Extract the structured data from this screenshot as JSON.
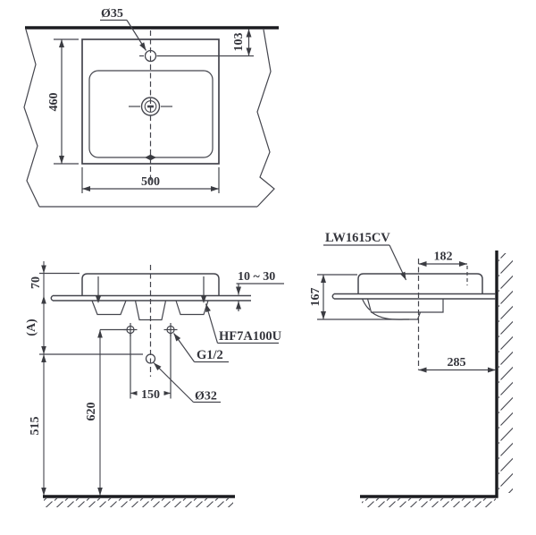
{
  "drawing": {
    "plan_view": {
      "faucet_hole_diameter": "Ø35",
      "offset_back_to_faucet": "103",
      "basin_depth": "460",
      "basin_width": "500"
    },
    "front_view": {
      "rim_above_counter": "70",
      "ref_height": "(A)",
      "counter_thickness_range": "10 ~ 30",
      "faucet_model": "HF7A100U",
      "supply_thread": "G1/2",
      "supply_spacing": "150",
      "drain_diameter": "Ø32",
      "supply_height": "620",
      "drain_height": "515"
    },
    "side_view": {
      "model": "LW1615CV",
      "faucet_to_drain": "182",
      "rim_to_trap_bottom": "167",
      "wall_to_drain": "285"
    }
  }
}
